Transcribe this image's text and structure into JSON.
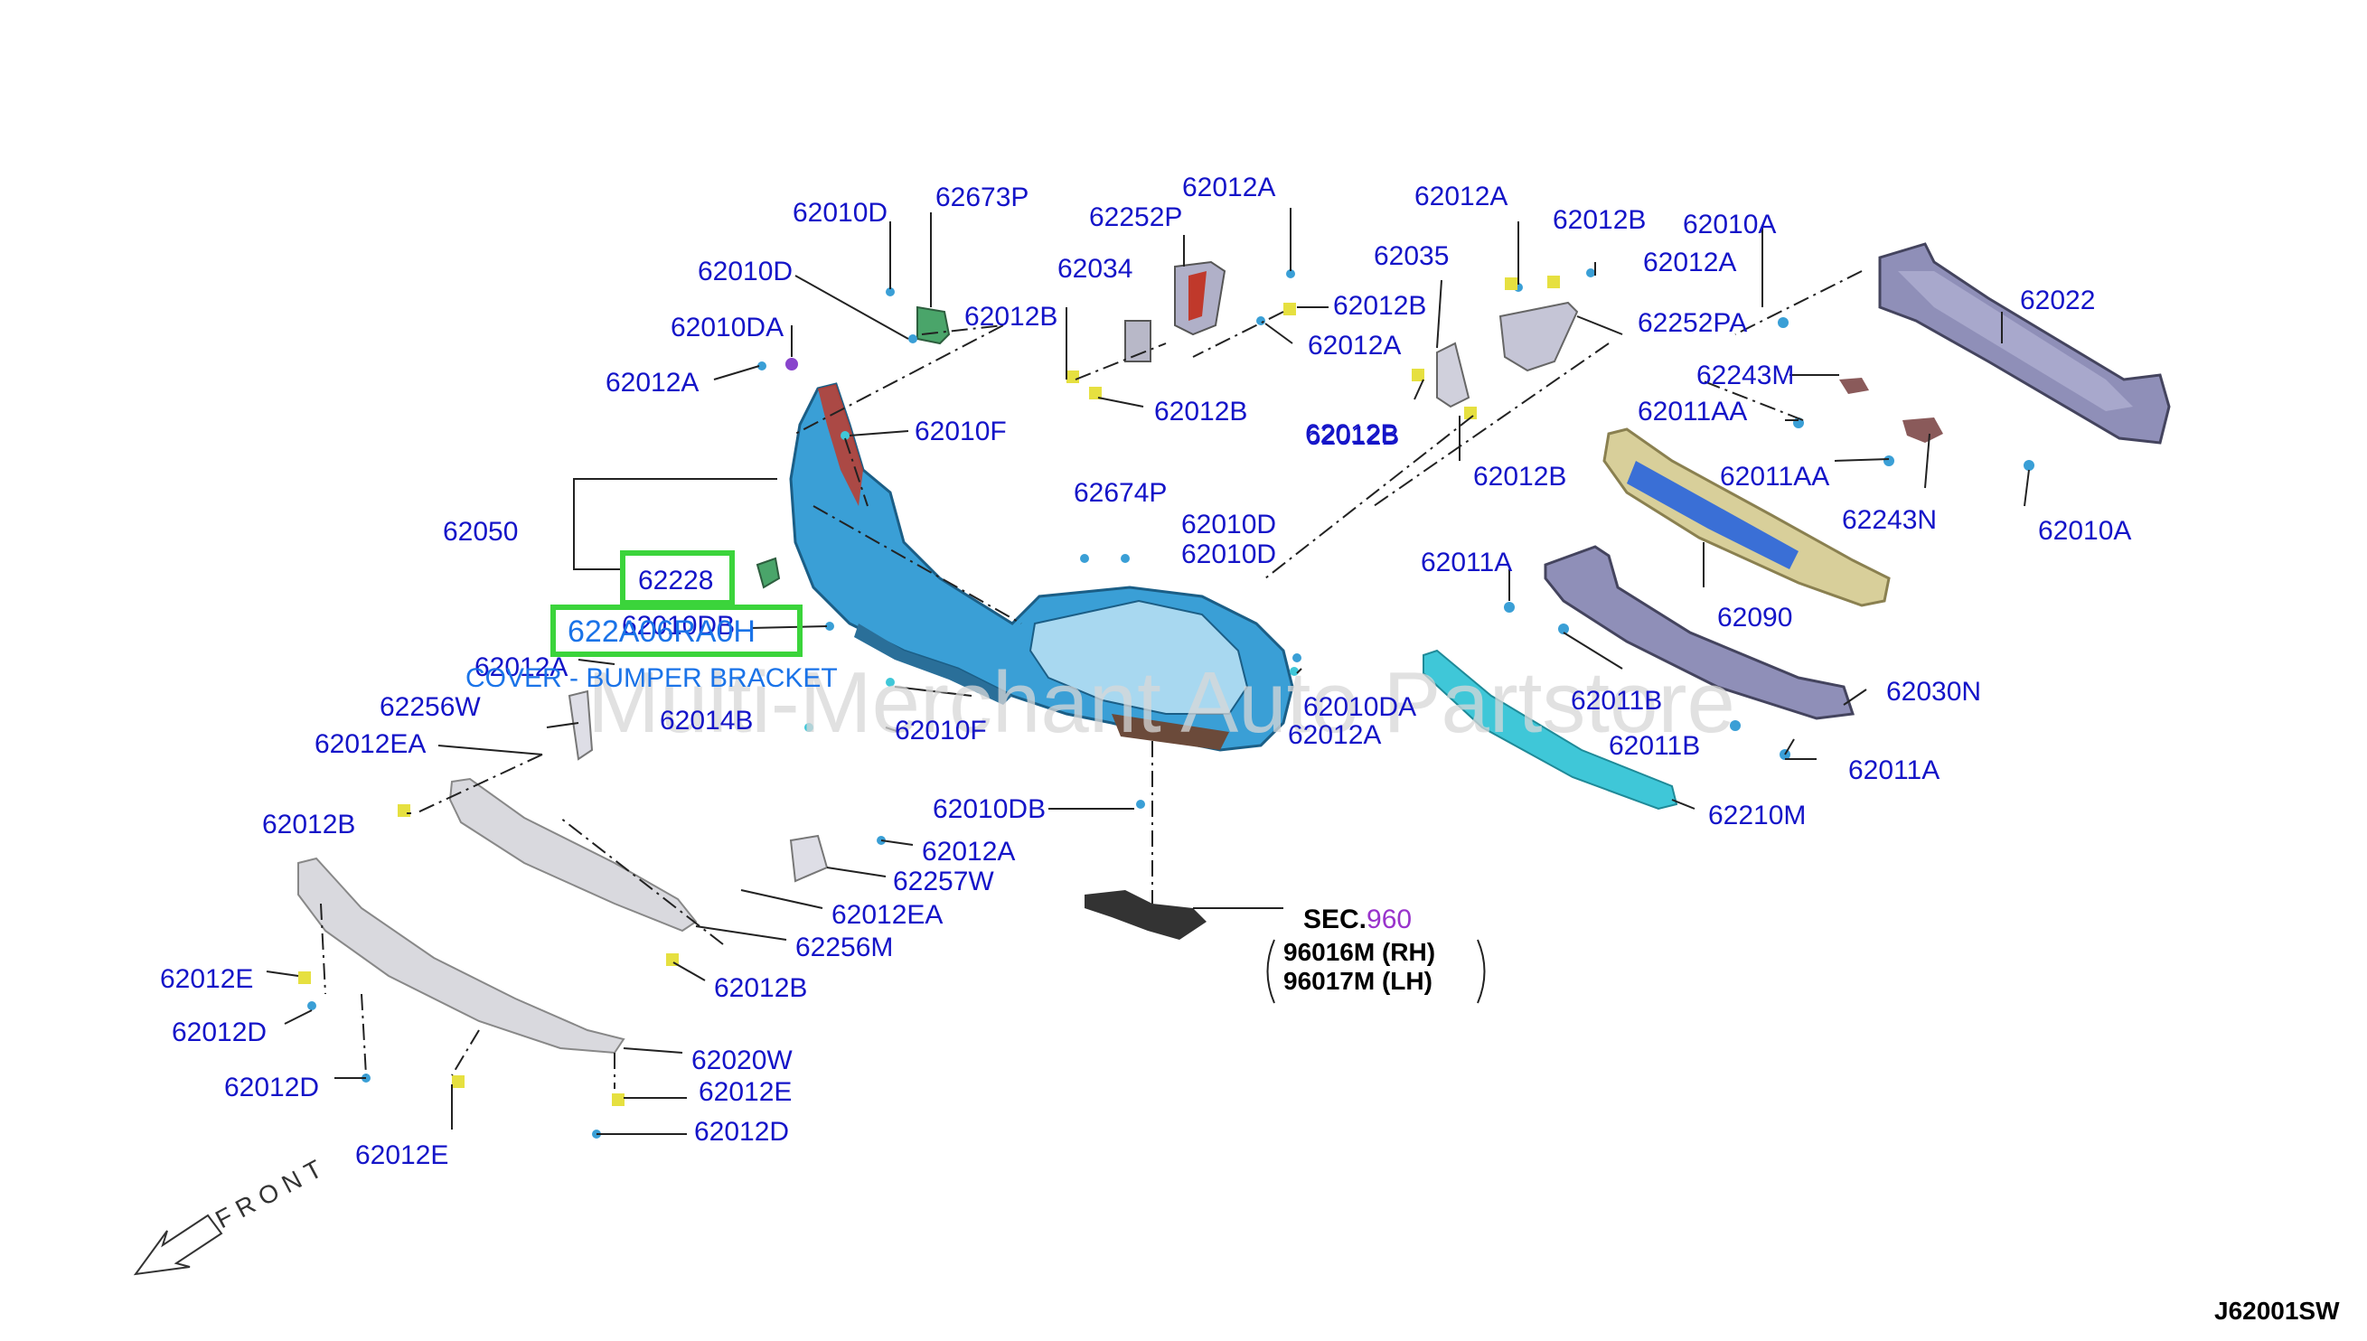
{
  "watermark": "Multi-Merchant Auto Partstore",
  "diagram_code": "J62001SW",
  "front_label": "FRONT",
  "section_ref": {
    "prefix": "SEC.",
    "number": "960",
    "rh": "96016M (RH)",
    "lh": "96017M (LH)"
  },
  "highlight": {
    "part_number": "62228",
    "replacement": "622A06RA0H",
    "description": "COVER - BUMPER BRACKET"
  },
  "labels": {
    "l62010D_a": "62010D",
    "l62673P": "62673P",
    "l62010D_b": "62010D",
    "l62010DA_a": "62010DA",
    "l62012A_a": "62012A",
    "l62010F_a": "62010F",
    "l62050": "62050",
    "l62010DB_a": "62010DB",
    "l62012A_b": "62012A",
    "l62256W": "62256W",
    "l62012EA_a": "62012EA",
    "l62014B": "62014B",
    "l62010F_b": "62010F",
    "l62012B_a": "62012B",
    "l62034": "62034",
    "l62252P": "62252P",
    "l62012A_c": "62012A",
    "l62012B_b": "62012B",
    "l62012A_d": "62012A",
    "l62012B_c": "62012B",
    "l62012B_d": "62012B",
    "l62674P": "62674P",
    "l62010D_c": "62010D",
    "l62010D_d": "62010D",
    "l62010DA_b": "62010DA",
    "l62012A_e": "62012A",
    "l62010DB_b": "62010DB",
    "l62012A_f": "62012A",
    "l62035": "62035",
    "l62012B_e": "62012B",
    "l62012A_g": "62012A",
    "l62252PA": "62252PA",
    "l62012B_f": "62012B",
    "l62012B_g": "62012B",
    "l62010A_a": "62010A",
    "l62022": "62022",
    "l62243M": "62243M",
    "l62011AA_a": "62011AA",
    "l62011AA_b": "62011AA",
    "l62243N": "62243N",
    "l62010A_b": "62010A",
    "l62011A_a": "62011A",
    "l62090": "62090",
    "l62011B_a": "62011B",
    "l62030N": "62030N",
    "l62011B_b": "62011B",
    "l62011A_b": "62011A",
    "l62210M": "62210M",
    "l62012B_h": "62012B",
    "l62012A_h": "62012A",
    "l62257W": "62257W",
    "l62012EA_b": "62012EA",
    "l62256M": "62256M",
    "l62012B_i": "62012B",
    "l62012E_a": "62012E",
    "l62012D_a": "62012D",
    "l62012D_b": "62012D",
    "l62012E_b": "62012E",
    "l62020W": "62020W",
    "l62012E_c": "62012E",
    "l62012D_c": "62012D"
  },
  "colors": {
    "label": "#1414c8",
    "highlight_box": "#3bd43b",
    "bumper_cover": "#3a9fd6",
    "absorber": "#d8cf9a",
    "reinforcement": "#8f8fb8",
    "foam_strip": "#3fc7d8",
    "lower_parts": "#d9d9de"
  }
}
